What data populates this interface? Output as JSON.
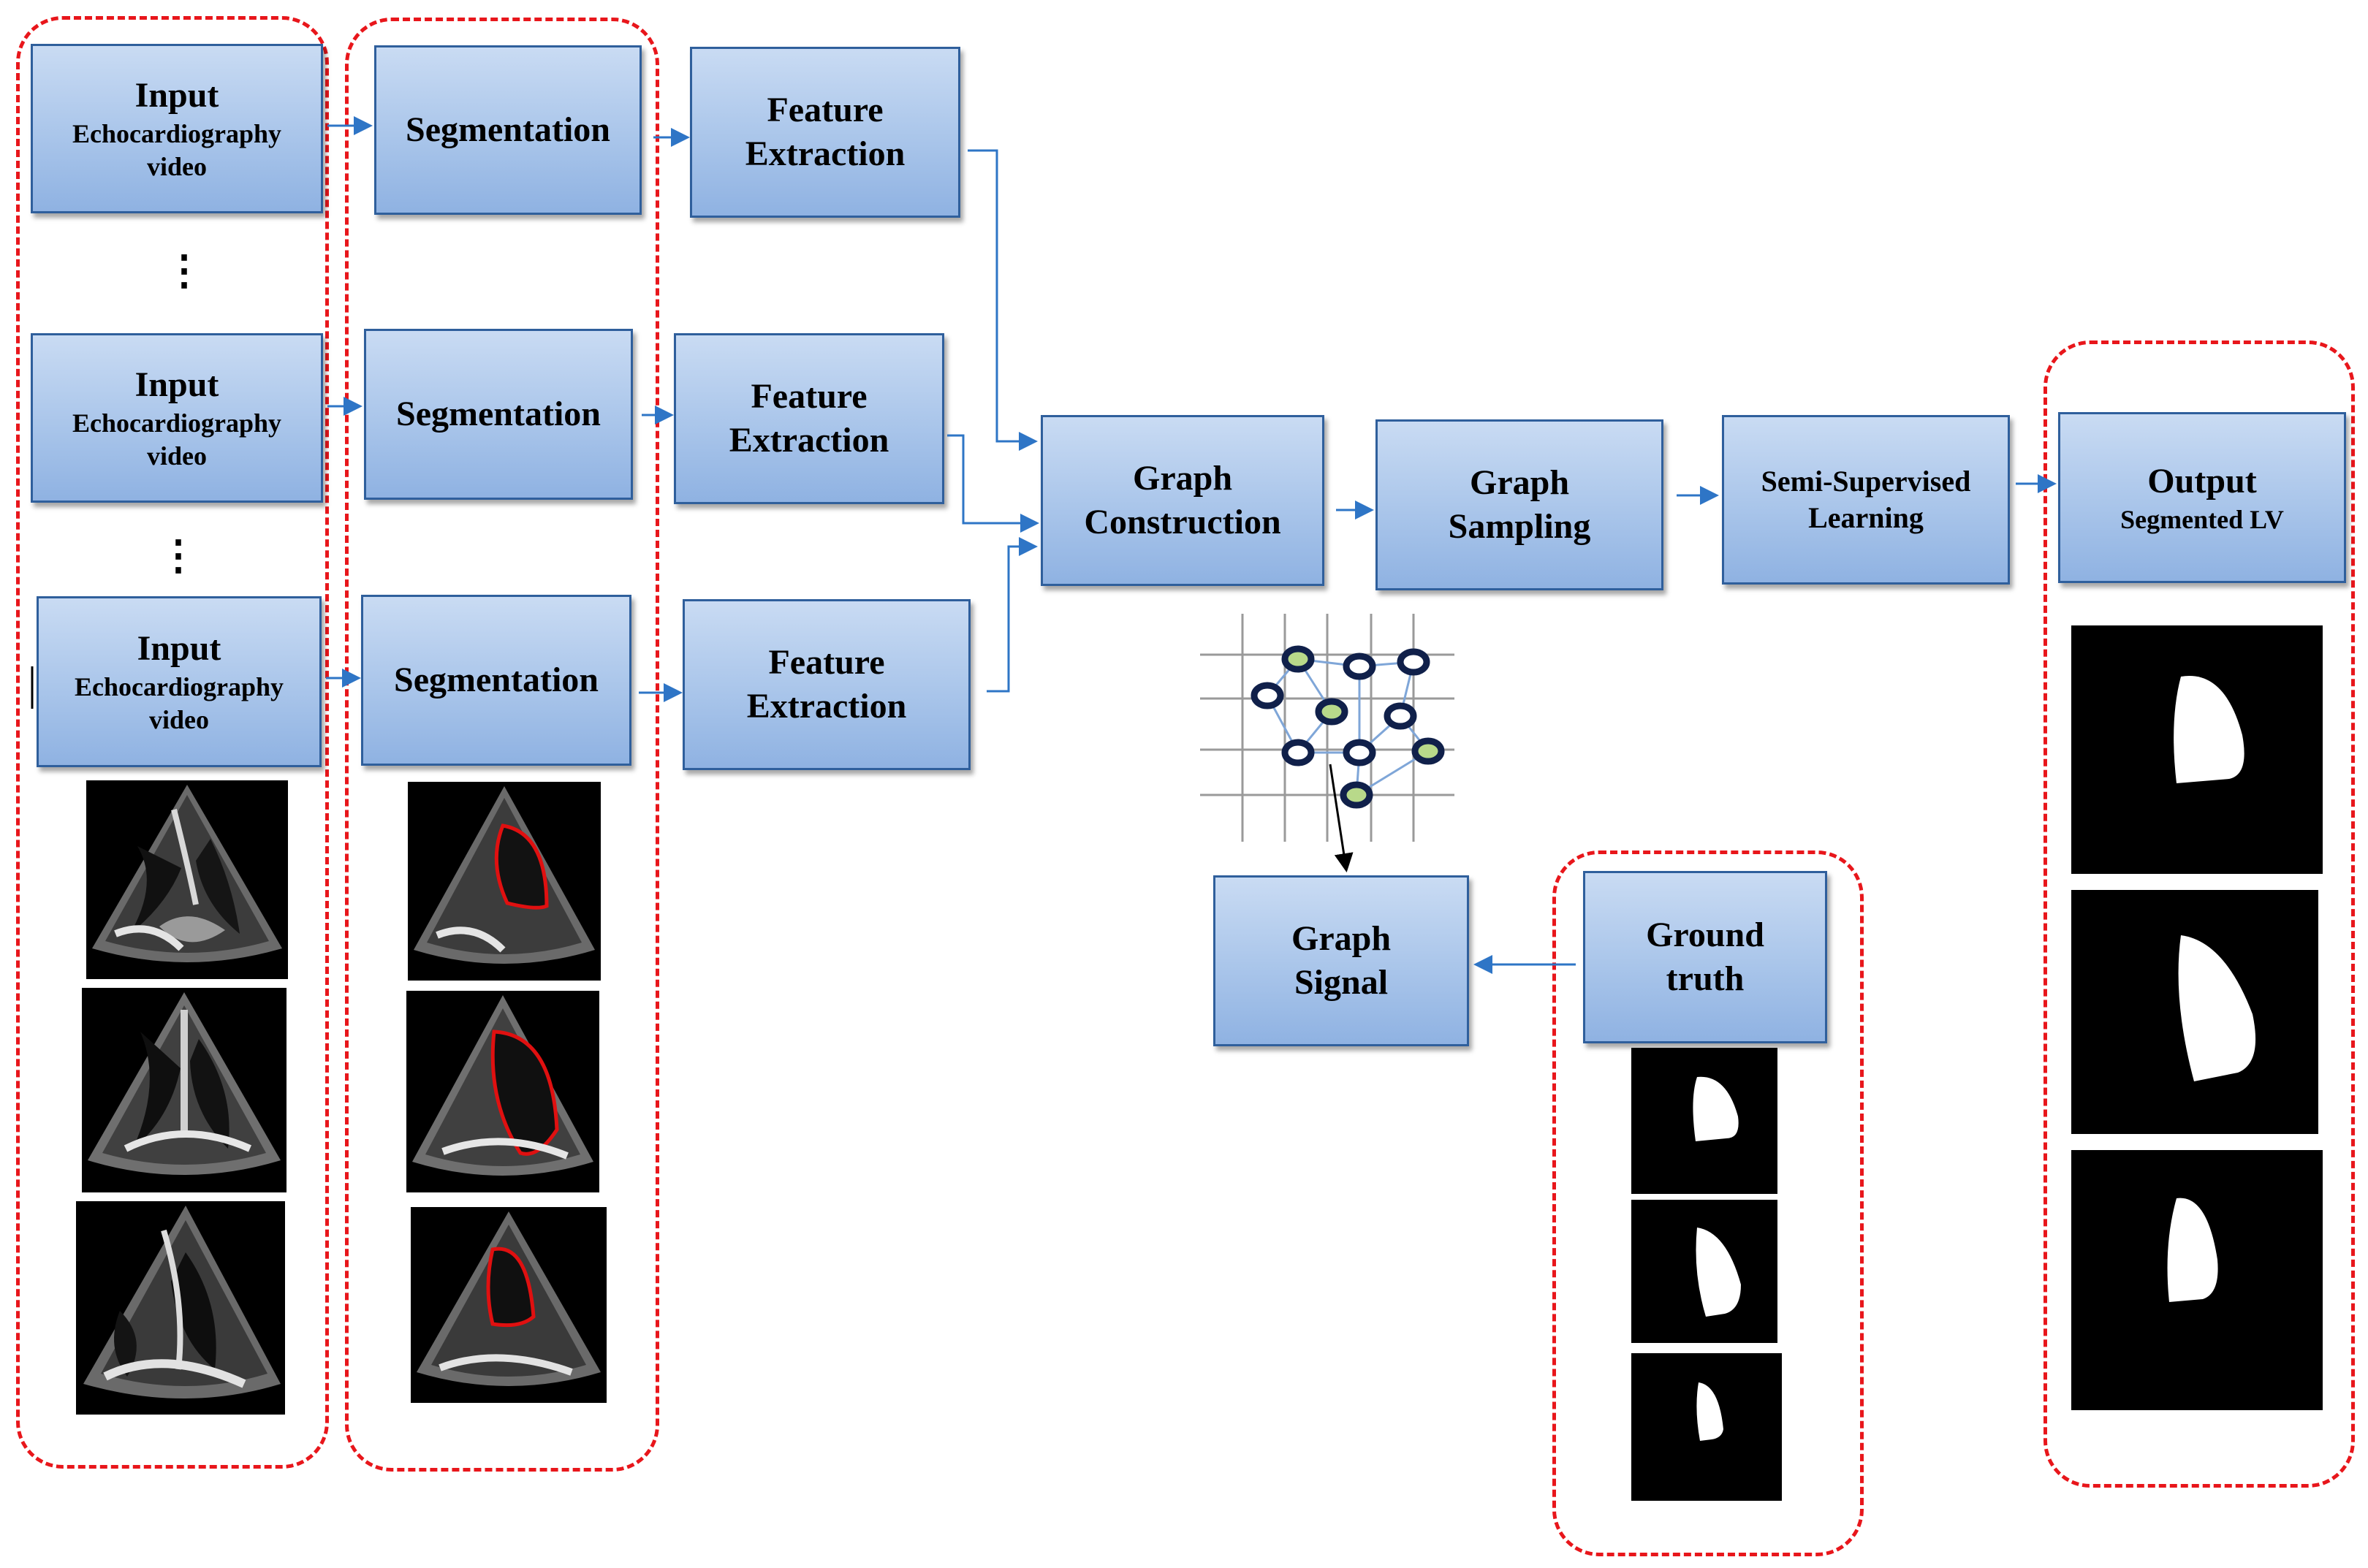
{
  "input_boxes": [
    {
      "title": "Input",
      "line2": "Echocardiography",
      "line3": "video"
    },
    {
      "title": "Input",
      "line2": "Echocardiography",
      "line3": "video"
    },
    {
      "title": "Input",
      "line2": "Echocardiography",
      "line3": "video"
    }
  ],
  "segmentation_label": "Segmentation",
  "feature_extraction": {
    "line1": "Feature",
    "line2": "Extraction"
  },
  "graph_construction": {
    "line1": "Graph",
    "line2": "Construction"
  },
  "graph_sampling": {
    "line1": "Graph",
    "line2": "Sampling"
  },
  "semi_supervised": {
    "line1": "Semi-Supervised",
    "line2": "Learning"
  },
  "output": {
    "line1": "Output",
    "line2": "Segmented  LV"
  },
  "graph_signal": {
    "line1": "Graph",
    "line2": "Signal"
  },
  "ground_truth": {
    "line1": "Ground",
    "line2": "truth"
  },
  "ellipsis": "⋮",
  "colors": {
    "box_fill": "#a9c5ea",
    "box_border": "#2f5f9c",
    "dashed_group": "#e8161b",
    "arrow": "#2e75c6",
    "node_ring": "#10204a",
    "node_center": "#b8d98a",
    "contour": "#e01010"
  }
}
